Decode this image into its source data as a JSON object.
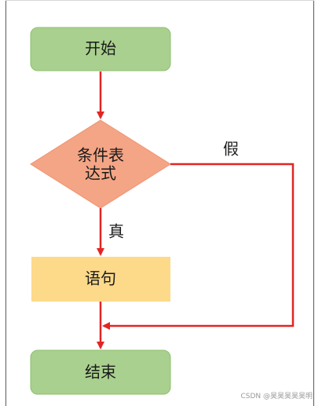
{
  "colors": {
    "terminal_fill": "#a9d08e",
    "terminal_stroke": "#8fbf72",
    "decision_fill": "#f4a585",
    "decision_stroke": "#ee9370",
    "process_fill": "#fdd98a",
    "arrow": "#e32424"
  },
  "nodes": {
    "start": {
      "label": "开始"
    },
    "condition": {
      "line1": "条件表",
      "line2": "达式"
    },
    "statement": {
      "label": "语句"
    },
    "end": {
      "label": "结束"
    }
  },
  "edges": {
    "true_label": "真",
    "false_label": "假"
  },
  "watermark": "CSDN @昊昊昊昊昊明"
}
